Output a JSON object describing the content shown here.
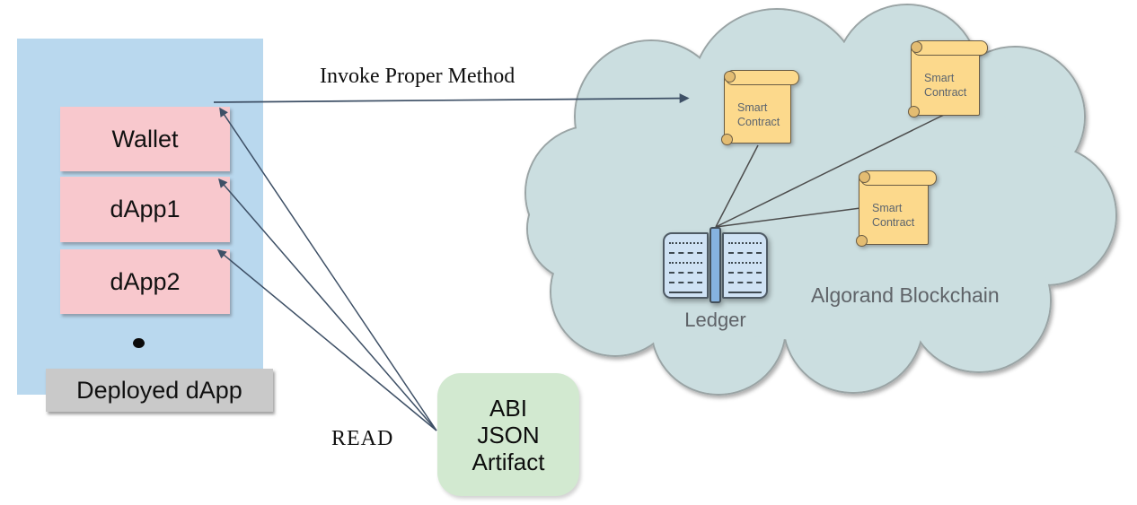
{
  "left_panel": {
    "boxes": [
      {
        "label": "Wallet"
      },
      {
        "label": "dApp1"
      },
      {
        "label": "dApp2"
      }
    ],
    "deployed_box": {
      "label": "Deployed dApp"
    }
  },
  "connectors": {
    "invoke_label": "Invoke Proper Method",
    "read_label": "READ"
  },
  "artifact_box": {
    "text": "ABI\nJSON\nArtifact"
  },
  "cloud": {
    "title": "Algorand Blockchain",
    "ledger": {
      "label": "Ledger"
    },
    "smart_contracts": [
      {
        "label": "Smart\nContract"
      },
      {
        "label": "Smart\nContract"
      },
      {
        "label": "Smart\nContract"
      }
    ]
  },
  "colors": {
    "panel_blue": "#b9d8ee",
    "box_pink": "#f8c8cd",
    "box_gray": "#c9c9c9",
    "artifact_green": "#d2e9d0",
    "cloud_fill": "#cbdee0",
    "cloud_stroke": "#9aa4a5",
    "scroll_fill": "#fcd98c",
    "scroll_stroke": "#6a5c44",
    "ledger_page": "#cfe2f4",
    "ledger_spine": "#86b3e0",
    "arrow": "#3e5066",
    "ledger_line": "#4d4d4d",
    "muted_text": "#5f6368"
  }
}
